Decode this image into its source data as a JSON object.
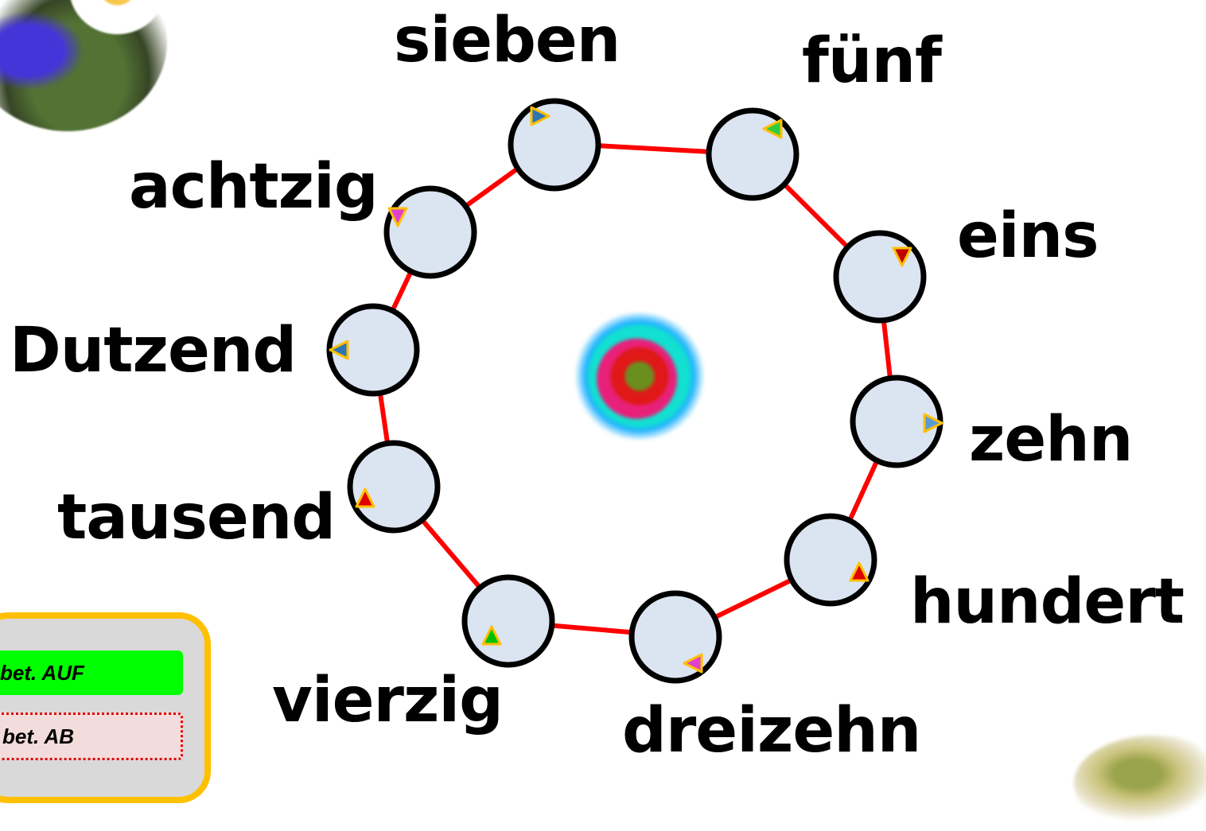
{
  "words": [
    {
      "id": "sieben",
      "text": "sieben",
      "pointer": "#2e75b6"
    },
    {
      "id": "fuenf",
      "text": "fünf",
      "pointer": "#2ecc40"
    },
    {
      "id": "eins",
      "text": "eins",
      "pointer": "#c00000"
    },
    {
      "id": "zehn",
      "text": "zehn",
      "pointer": "#5b9bd5"
    },
    {
      "id": "hundert",
      "text": "hundert",
      "pointer": "#e00000"
    },
    {
      "id": "dreizehn",
      "text": "dreizehn",
      "pointer": "#e040d0"
    },
    {
      "id": "vierzig",
      "text": "vierzig",
      "pointer": "#00c000"
    },
    {
      "id": "tausend",
      "text": "tausend",
      "pointer": "#e00000"
    },
    {
      "id": "dutzend",
      "text": "Dutzend",
      "pointer": "#2e75b6"
    },
    {
      "id": "achtzig",
      "text": "achtzig",
      "pointer": "#e040d0"
    }
  ],
  "controls": {
    "on_label": "bet. AUF",
    "off_label": "bet. AB"
  },
  "colors": {
    "ring": "#ff0000",
    "node_fill": "#dbe4f1",
    "node_stroke": "#000000",
    "pointer_outline": "#ffc000",
    "panel_border": "#ffc000",
    "on_button": "#00ff00",
    "off_border": "#e00000"
  }
}
